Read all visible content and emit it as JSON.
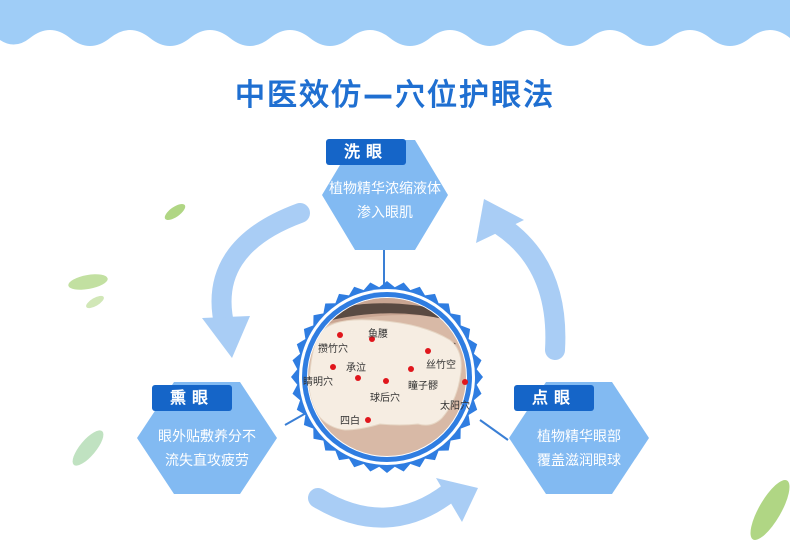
{
  "title": "中医效仿—穴位护眼法",
  "steps": [
    {
      "tag": "洗眼",
      "lines": [
        "植物精华浓缩液体",
        "渗入眼肌"
      ]
    },
    {
      "tag": "熏眼",
      "lines": [
        "眼外贴敷养分不",
        "流失直攻疲劳"
      ]
    },
    {
      "tag": "点眼",
      "lines": [
        "植物精华眼部",
        "覆盖滋润眼球"
      ]
    }
  ],
  "acupoints": [
    "鱼腰",
    "攒竹穴",
    "承泣",
    "丝竹空",
    "睛明穴",
    "球后穴",
    "瞳子髎",
    "太阳穴",
    "四白"
  ],
  "colors": {
    "title": "#1f6fd1",
    "hexagon": "#82baf2",
    "tag": "#1565c8",
    "arrow": "#a9cdf5",
    "top_band": "#9fcdf7",
    "point": "#e0161c"
  }
}
